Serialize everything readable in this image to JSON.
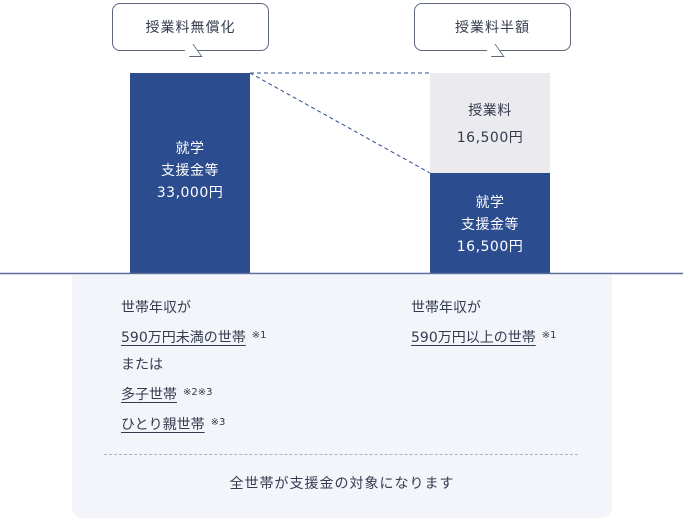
{
  "chart_data": {
    "type": "bar",
    "stacked": true,
    "categories": [
      "授業料無償化",
      "授業料半額"
    ],
    "series": [
      {
        "name": "就学支援金等",
        "values": [
          33000,
          16500
        ],
        "color": "#2b4c8f"
      },
      {
        "name": "授業料",
        "values": [
          0,
          16500
        ],
        "color": "#ebebef"
      }
    ],
    "data_labels": [
      {
        "category": "授業料無償化",
        "series": "就学支援金等",
        "lines": [
          "就学",
          "支援金等",
          "33,000円"
        ]
      },
      {
        "category": "授業料半額",
        "series": "授業料",
        "lines": [
          "授業料",
          "16,500円"
        ]
      },
      {
        "category": "授業料半額",
        "series": "就学支援金等",
        "lines": [
          "就学",
          "支援金等",
          "16,500円"
        ]
      }
    ],
    "ylim": [
      0,
      33000
    ],
    "title": "",
    "xlabel": "",
    "ylabel": ""
  },
  "conditions": {
    "left": {
      "line1": "世帯年収が",
      "line2": "590万円未満の世帯",
      "line2_note": "※1",
      "line3": "または",
      "line4": "多子世帯",
      "line4_note": "※2※3",
      "line5": "ひとり親世帯",
      "line5_note": "※3"
    },
    "right": {
      "line1": "世帯年収が",
      "line2": "590万円以上の世帯",
      "line2_note": "※1"
    },
    "footer": "全世帯が支援金の対象になります"
  },
  "colors": {
    "dark_bar": "#2b4c8f",
    "light_bar": "#ebebef",
    "panel_bg": "#f3f5fb",
    "baseline": "#5b6d9a"
  }
}
